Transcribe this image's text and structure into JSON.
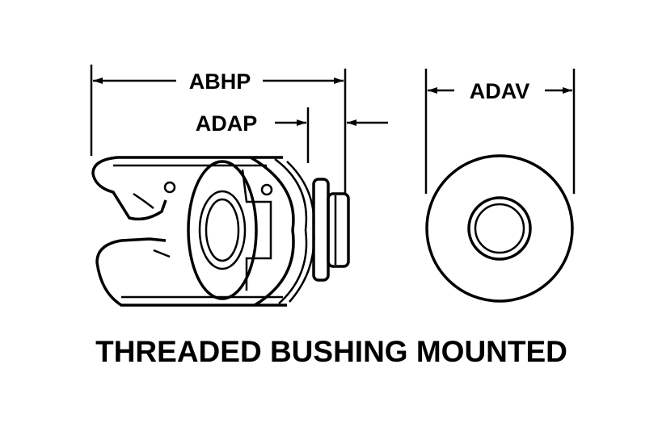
{
  "dimensions": {
    "abhp": "ABHP",
    "adap": "ADAP",
    "adav": "ADAV"
  },
  "caption": "THREADED BUSHING MOUNTED",
  "colors": {
    "ink": "#000000",
    "background": "#ffffff"
  }
}
